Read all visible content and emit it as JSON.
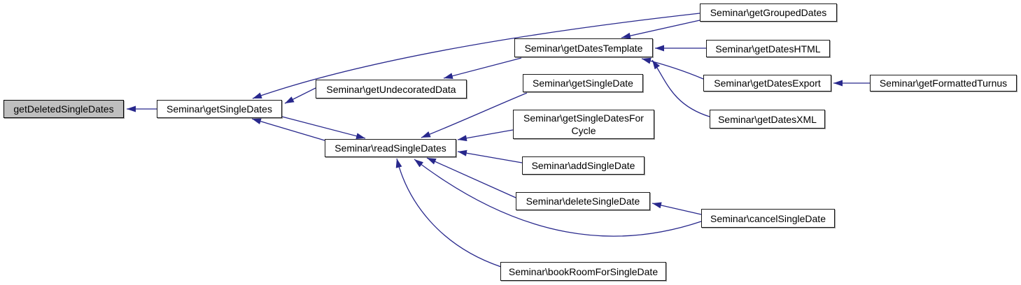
{
  "diagram": {
    "type": "doxygen-caller-graph",
    "title": "getDeletedSingleDates caller graph",
    "root": "getDeletedSingleDates",
    "colors": {
      "edge": "#28288c",
      "root_fill": "#bfbfbf",
      "node_fill": "#ffffff",
      "border": "#1a1a1a",
      "text": "#000000",
      "background": "#ffffff"
    },
    "nodes": [
      {
        "id": "getDeletedSingleDates",
        "label": "getDeletedSingleDates",
        "is_root": true
      },
      {
        "id": "getSingleDates",
        "label": "Seminar\\getSingleDates"
      },
      {
        "id": "getUndecoratedData",
        "label": "Seminar\\getUndecoratedData"
      },
      {
        "id": "readSingleDates",
        "label": "Seminar\\readSingleDates"
      },
      {
        "id": "getDatesTemplate",
        "label": "Seminar\\getDatesTemplate"
      },
      {
        "id": "getSingleDate",
        "label": "Seminar\\getSingleDate"
      },
      {
        "id": "getSingleDatesForCycle",
        "label": "Seminar\\getSingleDatesFor\nCycle"
      },
      {
        "id": "addSingleDate",
        "label": "Seminar\\addSingleDate"
      },
      {
        "id": "deleteSingleDate",
        "label": "Seminar\\deleteSingleDate"
      },
      {
        "id": "bookRoomForSingleDate",
        "label": "Seminar\\bookRoomForSingleDate"
      },
      {
        "id": "getGroupedDates",
        "label": "Seminar\\getGroupedDates"
      },
      {
        "id": "getDatesHTML",
        "label": "Seminar\\getDatesHTML"
      },
      {
        "id": "getDatesExport",
        "label": "Seminar\\getDatesExport"
      },
      {
        "id": "getDatesXML",
        "label": "Seminar\\getDatesXML"
      },
      {
        "id": "cancelSingleDate",
        "label": "Seminar\\cancelSingleDate"
      },
      {
        "id": "getFormattedTurnus",
        "label": "Seminar\\getFormattedTurnus"
      }
    ],
    "edges": [
      {
        "from": "getSingleDates",
        "to": "getDeletedSingleDates"
      },
      {
        "from": "getUndecoratedData",
        "to": "getSingleDates"
      },
      {
        "from": "getGroupedDates",
        "to": "getSingleDates"
      },
      {
        "from": "readSingleDates",
        "to": "getSingleDates"
      },
      {
        "from": "getSingleDates",
        "to": "readSingleDates"
      },
      {
        "from": "getDatesTemplate",
        "to": "getUndecoratedData"
      },
      {
        "from": "getSingleDate",
        "to": "readSingleDates"
      },
      {
        "from": "getSingleDatesForCycle",
        "to": "readSingleDates"
      },
      {
        "from": "addSingleDate",
        "to": "readSingleDates"
      },
      {
        "from": "deleteSingleDate",
        "to": "readSingleDates"
      },
      {
        "from": "cancelSingleDate",
        "to": "readSingleDates"
      },
      {
        "from": "bookRoomForSingleDate",
        "to": "readSingleDates"
      },
      {
        "from": "cancelSingleDate",
        "to": "deleteSingleDate"
      },
      {
        "from": "getGroupedDates",
        "to": "getDatesTemplate"
      },
      {
        "from": "getDatesHTML",
        "to": "getDatesTemplate"
      },
      {
        "from": "getDatesExport",
        "to": "getDatesTemplate"
      },
      {
        "from": "getDatesXML",
        "to": "getDatesTemplate"
      },
      {
        "from": "getFormattedTurnus",
        "to": "getDatesExport"
      }
    ]
  }
}
